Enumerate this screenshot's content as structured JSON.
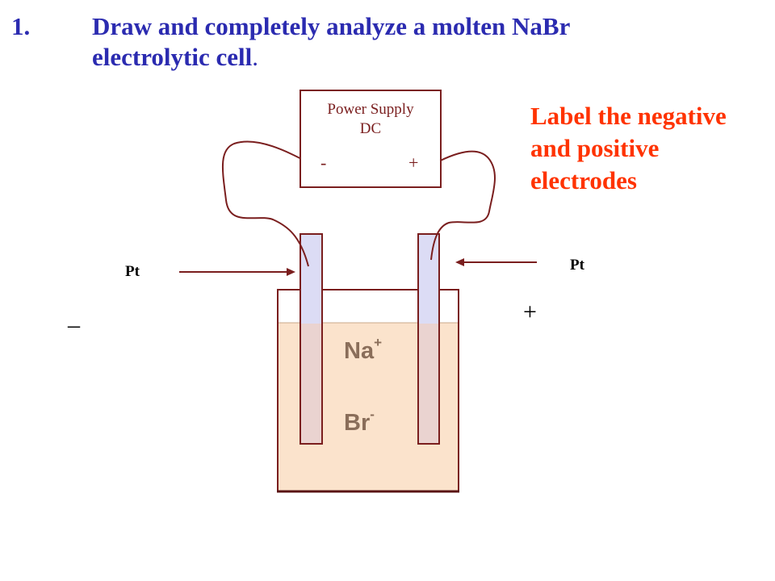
{
  "question": {
    "number": "1.",
    "line1": "Draw and completely analyze a molten NaBr",
    "line2": "electrolytic cell",
    "line2_end": "."
  },
  "instruction": {
    "line1": "Label the negative",
    "line2": "and positive",
    "line3": "electrodes"
  },
  "power_supply": {
    "line1": "Power Supply",
    "line2": "DC",
    "negative_terminal": "-",
    "positive_terminal": "+"
  },
  "electrodes": {
    "left_label": "Pt",
    "right_label": "Pt",
    "left_sign": "_",
    "right_sign": "+"
  },
  "ions": {
    "cation": "Na",
    "cation_charge": "+",
    "anion": "Br",
    "anion_charge": "-"
  },
  "colors": {
    "title": "#2b2bb0",
    "instruction": "#ff3300",
    "wire": "#7a1e1e",
    "electrolyte": "#fbe3cc",
    "electrode": "#dcdcf5",
    "terminal": "#2a9d4a",
    "ion_text": "#8a6e5a"
  }
}
